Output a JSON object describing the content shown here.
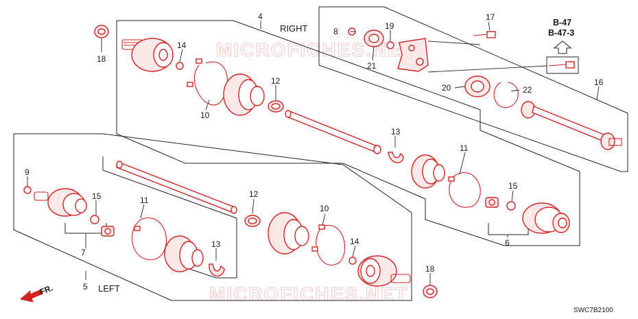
{
  "headers": {
    "right": "RIGHT",
    "left": "LEFT",
    "front": "FR."
  },
  "references": {
    "ref1": "B-47",
    "ref2": "B-47-3"
  },
  "diagram_code": "SWC7B2100",
  "watermark": "MICROFICHES.NET",
  "callouts": {
    "c4": "4",
    "c5": "5",
    "c6": "6",
    "c7": "7",
    "c8": "8",
    "c9": "9",
    "c10a": "10",
    "c10b": "10",
    "c11a": "11",
    "c11b": "11",
    "c12a": "12",
    "c12b": "12",
    "c13a": "13",
    "c13b": "13",
    "c14a": "14",
    "c14b": "14",
    "c15a": "15",
    "c15b": "15",
    "c16": "16",
    "c17": "17",
    "c18a": "18",
    "c18b": "18",
    "c19": "19",
    "c20": "20",
    "c21": "21",
    "c22": "22"
  },
  "colors": {
    "parts": "#d32222",
    "text": "#1a1a1a",
    "watermark": "#f2c6c6"
  },
  "icons": {
    "arrow_up": "outline-up-arrow-icon",
    "arrow_front": "front-direction-arrow-icon"
  }
}
